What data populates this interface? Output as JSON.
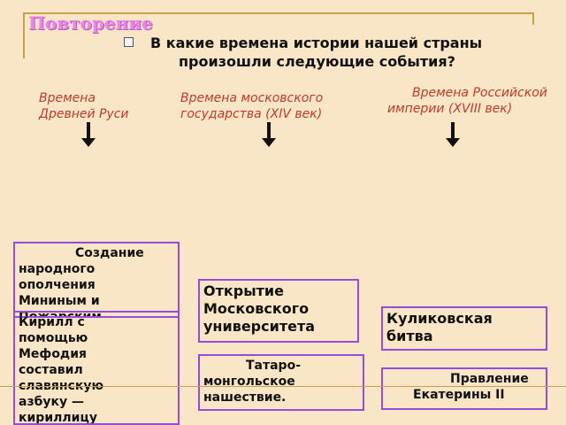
{
  "slide": {
    "title": "Повторение",
    "question_line1": "В какие времена истории нашей страны",
    "question_line2": "произошли следующие события?"
  },
  "eras": [
    {
      "line1": "Времена",
      "line2": "Древней Руси"
    },
    {
      "line1": "Времена московского",
      "line2": "государства (XIV век)"
    },
    {
      "line1": "Времена Российской",
      "line2": "империи (XVIII век)"
    }
  ],
  "cards": {
    "militia": {
      "lines": [
        "Создание",
        "народного",
        "ополчения",
        "Мининым и",
        "Пожарским"
      ]
    },
    "cyril": {
      "lines": [
        "Кирилл с",
        "помощью",
        "Мефодия",
        "составил",
        "славянскую",
        "азбуку —",
        "кириллицу"
      ]
    },
    "university": {
      "lines": [
        "Открытие",
        "Московского",
        "университета"
      ]
    },
    "kulikovo": {
      "lines": [
        "Куликовская",
        "битва"
      ]
    },
    "tatar": {
      "lines": [
        "Татаро-",
        "монгольское",
        "нашествие."
      ]
    },
    "catherine": {
      "lines": [
        "Правление",
        "Екатерины II"
      ]
    }
  },
  "icons": {
    "bullet": "square-bullet-icon",
    "arrow": "arrow-down-icon"
  }
}
